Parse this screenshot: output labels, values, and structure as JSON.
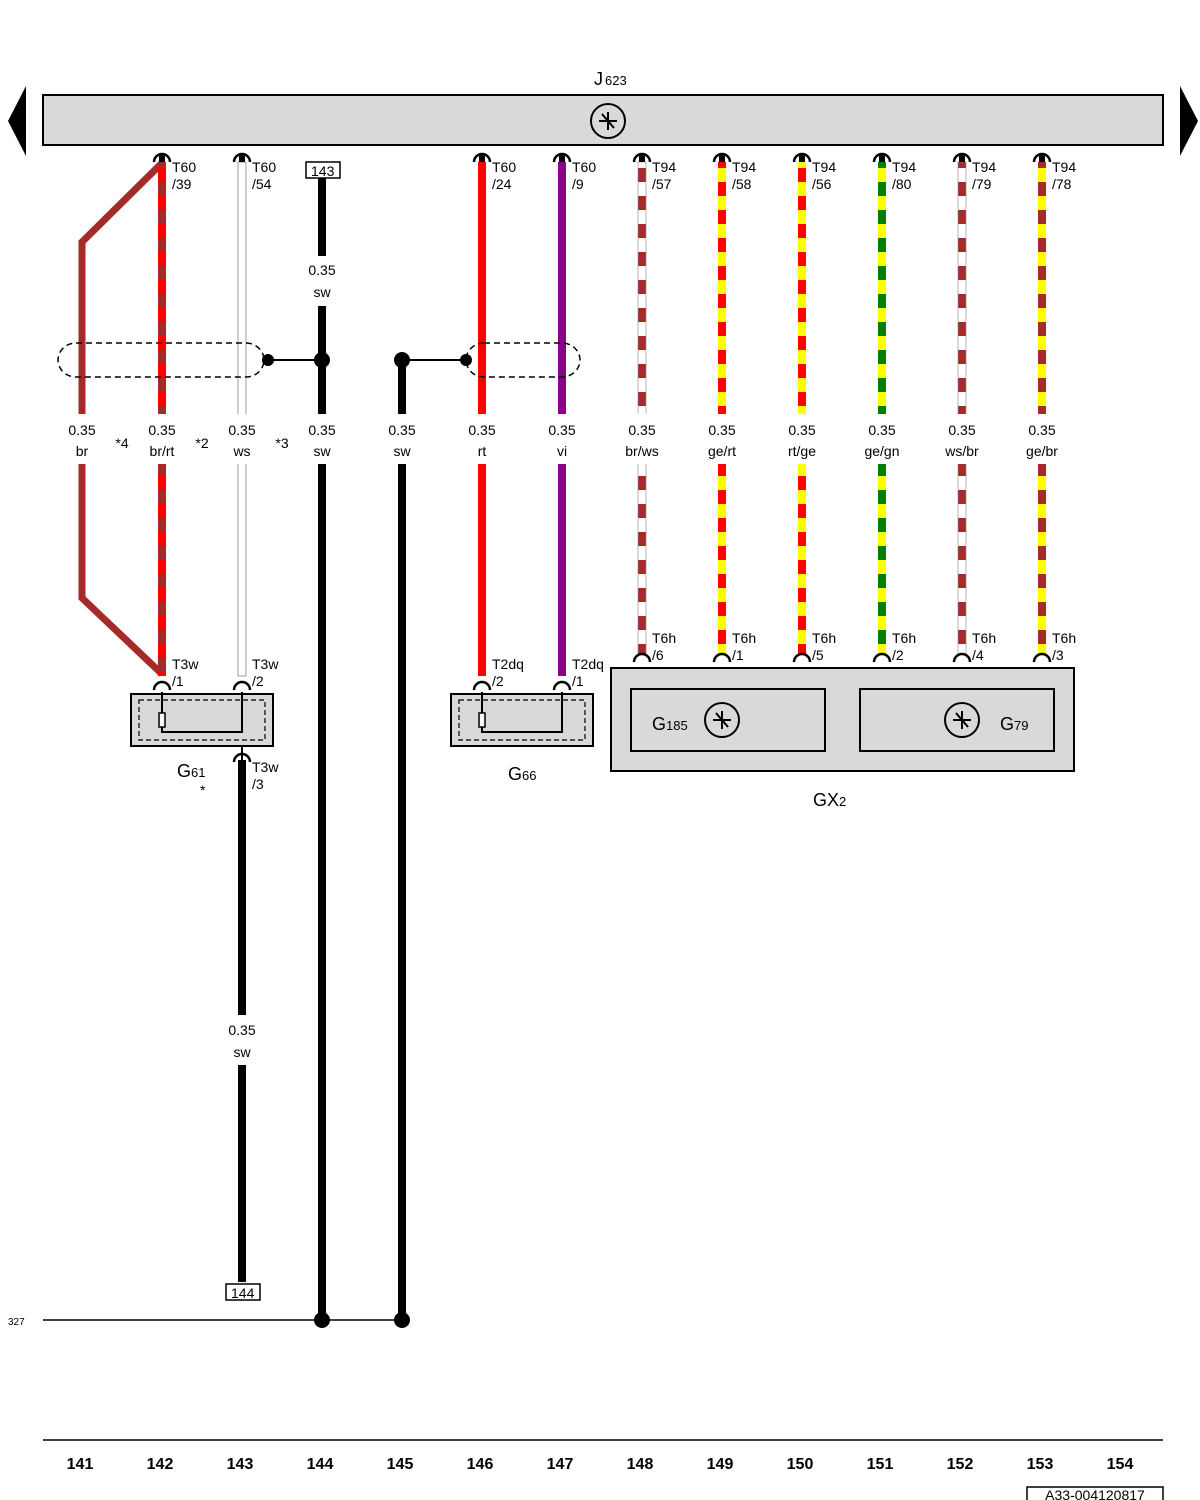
{
  "colors": {
    "br": "#a52a2a",
    "rt": "#ff0000",
    "ws": "#ffffff",
    "sw": "#000000",
    "vi": "#8b008b",
    "ge": "#ffff00",
    "gn": "#008000",
    "component_fill": "#d9d9d9"
  },
  "header": {
    "ecu_label": "J",
    "ecu_sub": "623"
  },
  "wires": [
    {
      "id": "br",
      "gauge": "0.35",
      "color": "br",
      "note": "*4"
    },
    {
      "id": "br-rt",
      "gauge": "0.35",
      "color": "br/rt",
      "note": "*2",
      "top_pin": [
        "T60",
        "/39"
      ],
      "bottom_pin": [
        "T3w",
        "/1"
      ]
    },
    {
      "id": "ws",
      "gauge": "0.35",
      "color": "ws",
      "note": "*3",
      "top_pin": [
        "T60",
        "/54"
      ],
      "bottom_pin": [
        "T3w",
        "/2"
      ]
    },
    {
      "id": "sw-144",
      "gauge": "0.35",
      "color": "sw",
      "ref_top": "143",
      "upper_gauge": "0.35",
      "upper_color": "sw"
    },
    {
      "id": "sw-145",
      "gauge": "0.35",
      "color": "sw"
    },
    {
      "id": "rt",
      "gauge": "0.35",
      "color": "rt",
      "top_pin": [
        "T60",
        "/24"
      ],
      "bottom_pin": [
        "T2dq",
        "/2"
      ]
    },
    {
      "id": "vi",
      "gauge": "0.35",
      "color": "vi",
      "top_pin": [
        "T60",
        "/9"
      ],
      "bottom_pin": [
        "T2dq",
        "/1"
      ]
    },
    {
      "id": "br-ws",
      "gauge": "0.35",
      "color": "br/ws",
      "top_pin": [
        "T94",
        "/57"
      ],
      "bottom_pin": [
        "T6h",
        "/6"
      ]
    },
    {
      "id": "ge-rt",
      "gauge": "0.35",
      "color": "ge/rt",
      "top_pin": [
        "T94",
        "/58"
      ],
      "bottom_pin": [
        "T6h",
        "/1"
      ]
    },
    {
      "id": "rt-ge",
      "gauge": "0.35",
      "color": "rt/ge",
      "top_pin": [
        "T94",
        "/56"
      ],
      "bottom_pin": [
        "T6h",
        "/5"
      ]
    },
    {
      "id": "ge-gn",
      "gauge": "0.35",
      "color": "ge/gn",
      "top_pin": [
        "T94",
        "/80"
      ],
      "bottom_pin": [
        "T6h",
        "/2"
      ]
    },
    {
      "id": "ws-br",
      "gauge": "0.35",
      "color": "ws/br",
      "top_pin": [
        "T94",
        "/79"
      ],
      "bottom_pin": [
        "T6h",
        "/4"
      ]
    },
    {
      "id": "ge-br",
      "gauge": "0.35",
      "color": "ge/br",
      "top_pin": [
        "T94",
        "/78"
      ],
      "bottom_pin": [
        "T6h",
        "/3"
      ]
    }
  ],
  "components": {
    "g61": {
      "label": "G",
      "sub": "61",
      "note": "*",
      "pin3": [
        "T3w",
        "/3"
      ]
    },
    "g66": {
      "label": "G",
      "sub": "66"
    },
    "g185": {
      "label": "G",
      "sub": "185"
    },
    "g79": {
      "label": "G",
      "sub": "79"
    },
    "gx2": {
      "label": "GX",
      "sub": "2"
    }
  },
  "lower_wire": {
    "gauge": "0.35",
    "color": "sw",
    "ref_bottom": "144"
  },
  "ground_ref": "327",
  "columns": [
    "141",
    "142",
    "143",
    "144",
    "145",
    "146",
    "147",
    "148",
    "149",
    "150",
    "151",
    "152",
    "153",
    "154"
  ],
  "doc_id": "A33-004120817"
}
